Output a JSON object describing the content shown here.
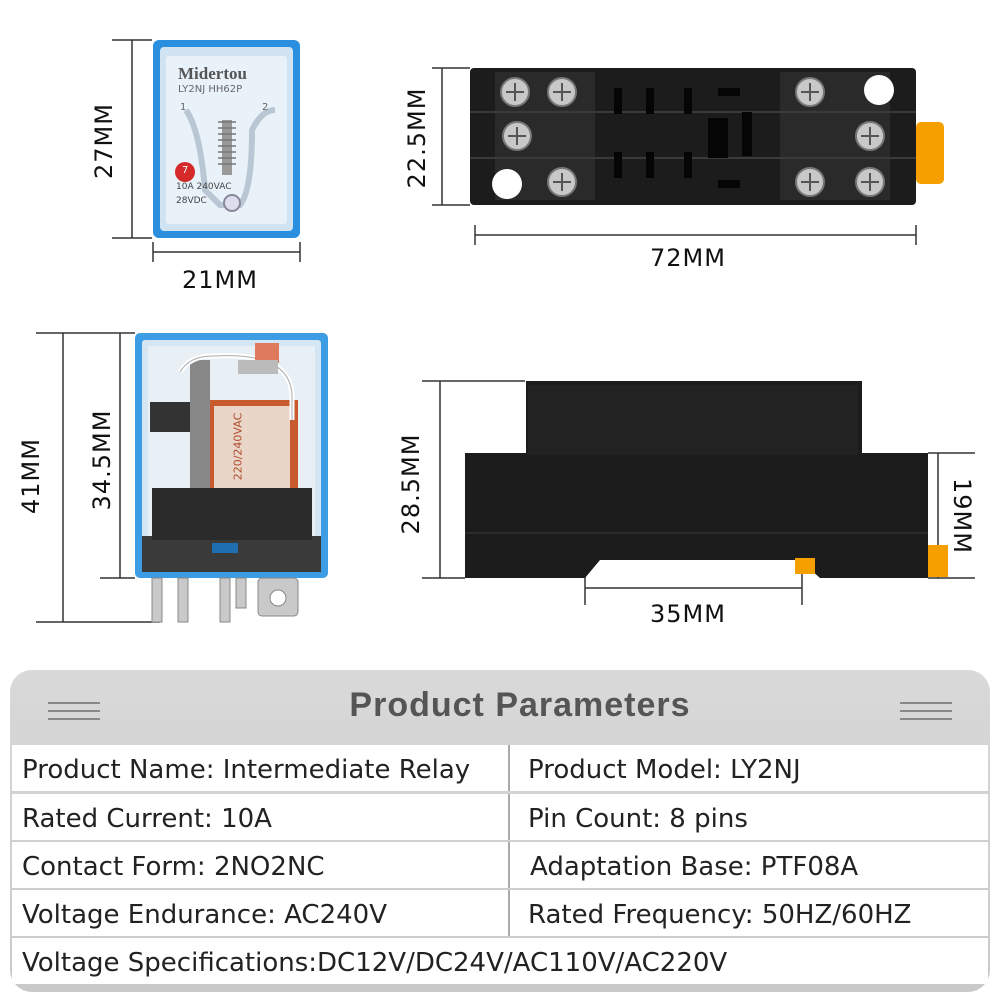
{
  "dimensions": {
    "relay_top_height": "27MM",
    "relay_top_width": "21MM",
    "base_top_height": "22.5MM",
    "base_top_width": "72MM",
    "relay_side_total": "41MM",
    "relay_side_body": "34.5MM",
    "base_side_height": "28.5MM",
    "base_side_rail": "19MM",
    "base_side_width": "35MM"
  },
  "relay_label": {
    "brand": "Midertou",
    "model": "LY2NJ HH62P",
    "pin1": "1",
    "pin2": "2",
    "pin7": "7",
    "rating": "10A 240VAC",
    "rating2": "28VDC"
  },
  "coil_label": "220/240VAC",
  "parameters": {
    "title": "Product Parameters",
    "rows": [
      {
        "left": "Product Name: Intermediate Relay",
        "right": "Product Model: LY2NJ"
      },
      {
        "left": "Rated Current: 10A",
        "right": "Pin Count: 8 pins"
      },
      {
        "left": "Contact Form: 2NO2NC",
        "right": "Adaptation Base: PTF08A"
      },
      {
        "left": "Voltage Endurance: AC240V",
        "right": "Rated Frequency: 50HZ/60HZ"
      }
    ],
    "full_row": "Voltage Specifications:DC12V/DC24V/AC110V/AC220V"
  },
  "colors": {
    "relay_blue": "#2f8fd6",
    "base_black": "#1c1c1c",
    "clip_orange": "#f5a000",
    "panel_gray": "#d4d4d4"
  }
}
